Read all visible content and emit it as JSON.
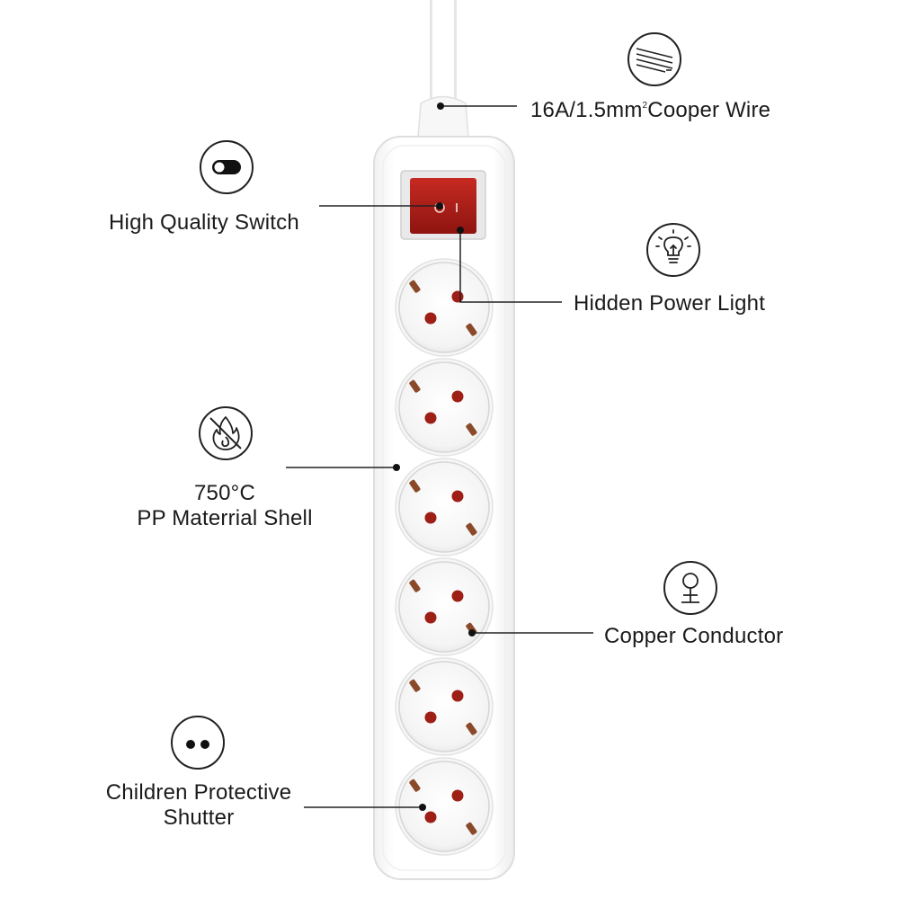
{
  "features": {
    "wire": {
      "text": "16A/1.5mm",
      "superscript": "2",
      "suffix": "Cooper Wire",
      "icon": "copper-wire-icon"
    },
    "switch": {
      "text": "High Quality Switch",
      "icon": "toggle-switch-icon"
    },
    "light": {
      "text": "Hidden Power Light",
      "icon": "light-bulb-icon"
    },
    "shell": {
      "line1": "750°C",
      "line2": "PP Materrial Shell",
      "icon": "no-fire-icon"
    },
    "conductor": {
      "text": "Copper Conductor",
      "icon": "copper-conductor-icon"
    },
    "shutter": {
      "line1": "Children Protective",
      "line2": "Shutter",
      "icon": "child-shutter-icon"
    }
  },
  "product": {
    "socket_count": 6,
    "colors": {
      "body": "#ffffff",
      "outline": "#e2e2e2",
      "switch": "#b01818",
      "pin": "#9e1f16",
      "ground": "#8a4a2a"
    }
  }
}
